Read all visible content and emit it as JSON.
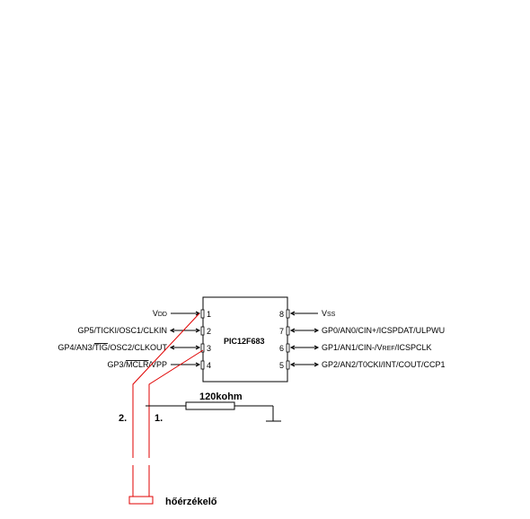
{
  "chip": {
    "name": "PIC12F683",
    "left_pins": [
      {
        "num": "1",
        "label": "VDD",
        "main": "V",
        "sub": "DD",
        "overline": ""
      },
      {
        "num": "2",
        "label": "GP5/TICKI/OSC1/CLKIN",
        "main": "GP5/TICKI/OSC1/CLKIN",
        "sub": "",
        "overline": ""
      },
      {
        "num": "3",
        "label": "GP4/AN3/TIG/OSC2/CLKOUT",
        "pre": "GP4/AN3/",
        "over": "TIG",
        "post": "/OSC2/CLKOUT"
      },
      {
        "num": "4",
        "label": "GP3/MCLR/VPP",
        "pre": "GP3/",
        "over": "MCLR",
        "post": "/VPP"
      }
    ],
    "right_pins": [
      {
        "num": "8",
        "label": "VSS",
        "main": "V",
        "sub": "SS"
      },
      {
        "num": "7",
        "label": "GP0/AN0/CIN+/ICSPDAT/ULPWU"
      },
      {
        "num": "6",
        "label": "GP1/AN1/CIN-/VREF/ICSPCLK",
        "pre": "GP1/AN1/CIN-/V",
        "sub": "REF",
        "post": "/ICSPCLK"
      },
      {
        "num": "5",
        "label": "GP2/AN2/T0CKI/INT/COUT/CCP1"
      }
    ]
  },
  "resistor": {
    "label": "120kohm"
  },
  "wires": {
    "label_1": "1.",
    "label_2": "2."
  },
  "sensor": {
    "label": "hőérzékelő"
  },
  "colors": {
    "line": "#000000",
    "annotation": "#e00000",
    "background": "#ffffff"
  }
}
